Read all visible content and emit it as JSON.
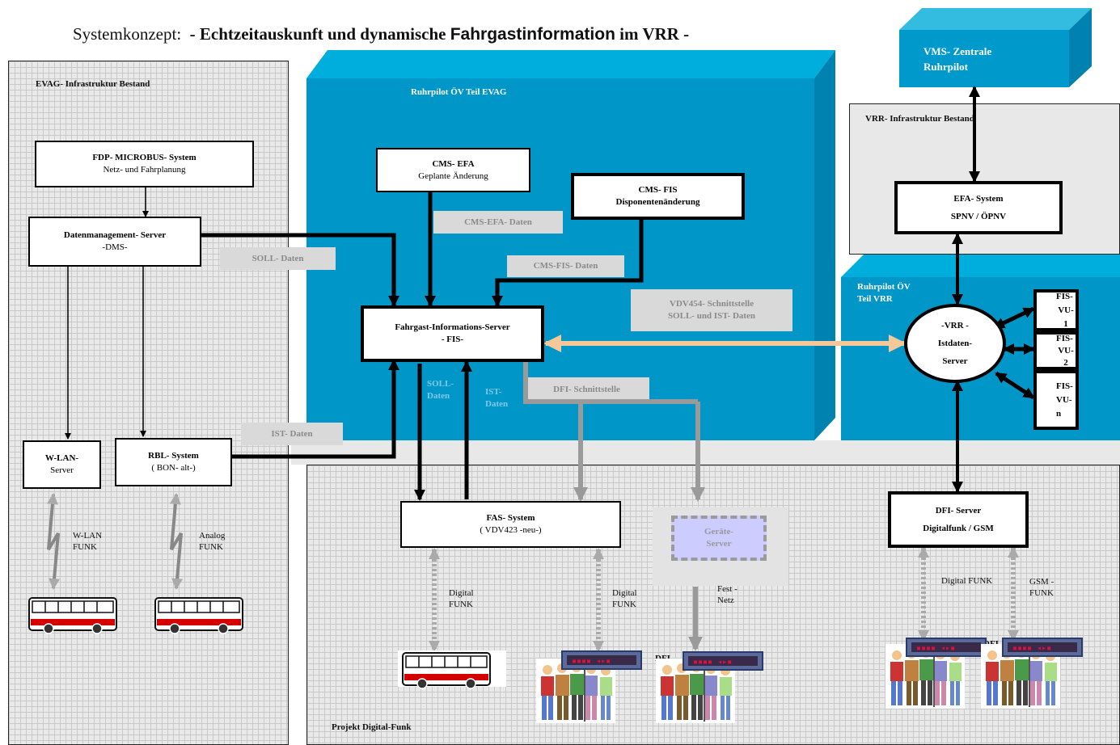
{
  "title": {
    "prefix": "Systemkonzept:",
    "part1": "- Echtzeitauskunft und dynamische",
    "part2": "Fahrgastinformation",
    "part3": "im VRR -"
  },
  "regions": {
    "evag_infra": "EVAG- Infrastruktur Bestand",
    "ruhrpilot_evag": "Ruhrpilot ÖV Teil EVAG",
    "vms": "VMS- Zentrale Ruhrpilot",
    "vrr_infra": "VRR- Infrastruktur  Bestand",
    "ruhrpilot_vrr": "Ruhrpilot ÖV Teil VRR",
    "digital_funk": "Projekt Digital-Funk"
  },
  "boxes": {
    "fdp": {
      "title": "FDP- MICROBUS- System",
      "sub": "Netz- und Fahrplanung"
    },
    "dms": {
      "title": "Datenmanagement- Server",
      "sub": "-DMS-"
    },
    "wlan": {
      "title": "W-LAN-",
      "sub": "Server"
    },
    "rbl": {
      "title": "RBL- System",
      "sub": "( BON- alt-)"
    },
    "cms_efa": {
      "title": "CMS- EFA",
      "sub": "Geplante Änderung"
    },
    "cms_fis": {
      "title": "CMS- FIS",
      "sub": "Disponentenänderung"
    },
    "fis": {
      "title": "Fahrgast-Informations-Server",
      "sub": "- FIS-"
    },
    "fas": {
      "title": "FAS- System",
      "sub": "( VDV423 -neu-)"
    },
    "geraete": {
      "line1": "Geräte-",
      "line2": "Server"
    },
    "efa": {
      "title": "EFA- System",
      "sub": "SPNV / ÖPNV"
    },
    "vrr_ist": {
      "l1": "-VRR -",
      "l2": "Istdaten-",
      "l3": "Server"
    },
    "fisvu1": {
      "l1": "FIS-",
      "l2": "VU-1"
    },
    "fisvu2": {
      "l1": "FIS-",
      "l2": "VU-2"
    },
    "fisvun": {
      "l1": "FIS-",
      "l2": "VU-",
      "l3": "n"
    },
    "dfi_server": {
      "title": "DFI- Server",
      "sub": "Digitalfunk / GSM"
    }
  },
  "tags": {
    "soll": "SOLL- Daten",
    "ist": "IST- Daten",
    "cms_efa_daten": "CMS-EFA- Daten",
    "cms_fis_daten": "CMS-FIS- Daten",
    "vdv454_l1": "VDV454- Schnittstelle",
    "vdv454_l2": "SOLL- und  IST- Daten",
    "dfi_schnitt": "DFI- Schnittstelle",
    "soll_daten_l1": "SOLL-",
    "soll_daten_l2": "Daten",
    "ist_daten_l1": "IST-",
    "ist_daten_l2": "Daten"
  },
  "link_labels": {
    "wlan_funk_l1": "W-LAN",
    "wlan_funk_l2": "FUNK",
    "analog_l1": "Analog",
    "analog_l2": "FUNK",
    "digital1_l1": "Digital",
    "digital1_l2": "FUNK",
    "digital2_l1": "Digital",
    "digital2_l2": "FUNK",
    "fest_l1": "Fest -",
    "fest_l2": "Netz",
    "digital3": "Digital FUNK",
    "gsm_l1": "GSM -",
    "gsm_l2": "FUNK",
    "dfi1": "DFI",
    "dfi2": "DFI"
  },
  "colors": {
    "blue_front": "#0096c8",
    "blue_top": "#00aedd",
    "blue_side": "#0082b0",
    "vms_front": "#0099cc",
    "grey_tag": "#d9d9d9",
    "grey_tag_text": "#8a8a8a",
    "peach_arrow": "#f5c89a",
    "grey_arrow": "#9a9a9a",
    "geraete_fill": "#ccccff"
  }
}
